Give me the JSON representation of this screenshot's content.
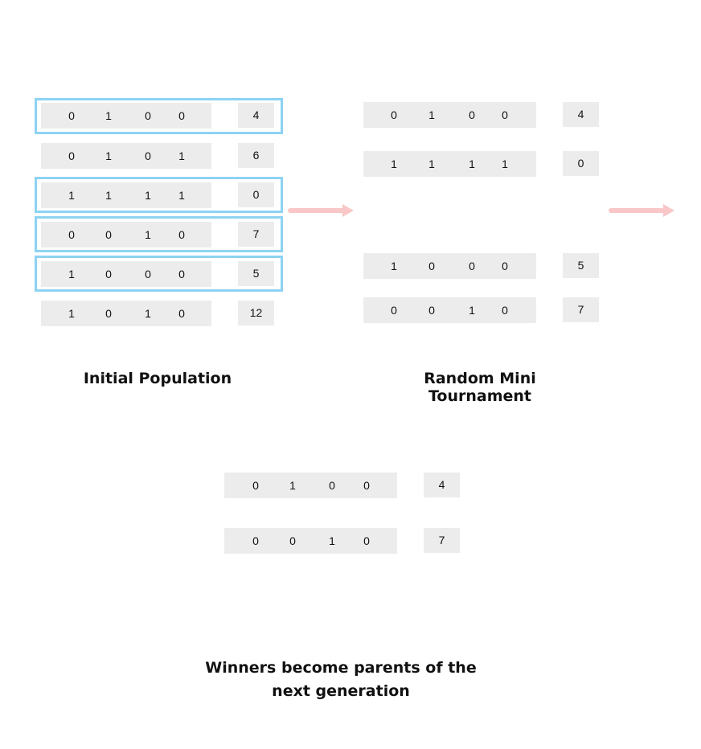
{
  "initial_population": {
    "caption": "Initial Population",
    "rows": [
      {
        "bits": [
          "0",
          "1",
          "0",
          "0"
        ],
        "fitness": "4"
      },
      {
        "bits": [
          "0",
          "1",
          "0",
          "1"
        ],
        "fitness": "6"
      },
      {
        "bits": [
          "1",
          "1",
          "1",
          "1"
        ],
        "fitness": "0"
      },
      {
        "bits": [
          "0",
          "0",
          "1",
          "0"
        ],
        "fitness": "7"
      },
      {
        "bits": [
          "1",
          "0",
          "0",
          "0"
        ],
        "fitness": "5"
      },
      {
        "bits": [
          "1",
          "0",
          "1",
          "0"
        ],
        "fitness": "12"
      }
    ]
  },
  "tournament": {
    "caption": "Random Mini Tournament",
    "rows": [
      {
        "bits": [
          "0",
          "1",
          "0",
          "0"
        ],
        "fitness": "4"
      },
      {
        "bits": [
          "1",
          "1",
          "1",
          "1"
        ],
        "fitness": "0"
      },
      {
        "bits": [
          "1",
          "0",
          "0",
          "0"
        ],
        "fitness": "5"
      },
      {
        "bits": [
          "0",
          "0",
          "1",
          "0"
        ],
        "fitness": "7"
      }
    ]
  },
  "winners": {
    "caption_line1": "Winners become parents of the",
    "caption_line2": "next generation",
    "rows": [
      {
        "bits": [
          "0",
          "1",
          "0",
          "0"
        ],
        "fitness": "4"
      },
      {
        "bits": [
          "0",
          "0",
          "1",
          "0"
        ],
        "fitness": "7"
      }
    ]
  },
  "colors": {
    "cell_fill": "#ececec",
    "selection_border": "#8dd3f3",
    "arrow": "#f9c7c7"
  }
}
